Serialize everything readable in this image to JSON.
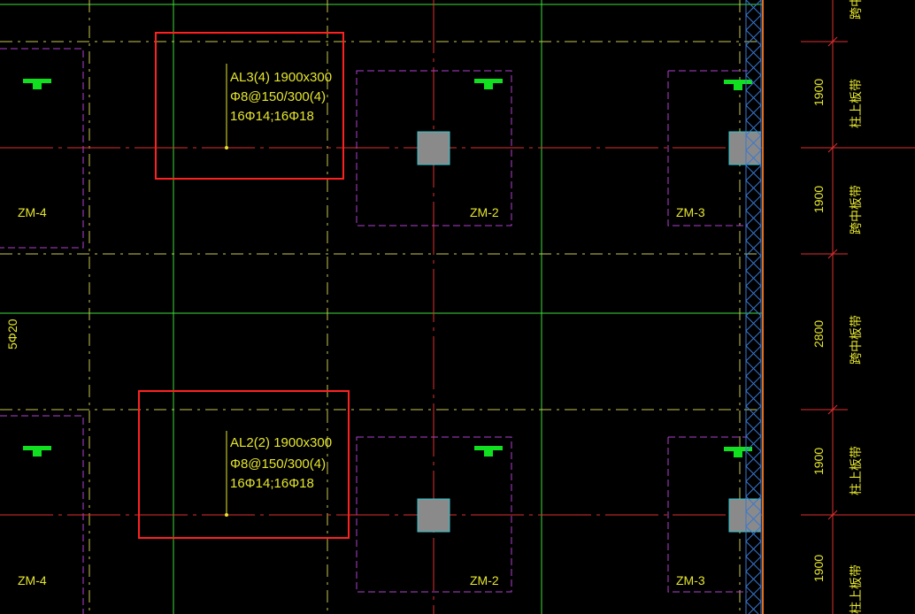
{
  "drawing": {
    "beams": [
      {
        "mark": "AL3(4) 1900x300",
        "stirrup": "Φ8@150/300(4)",
        "bars": "16Φ14;16Φ18"
      },
      {
        "mark": "AL2(2) 1900x300",
        "stirrup": "Φ8@150/300(4)",
        "bars": "16Φ14;16Φ18"
      }
    ],
    "zones_top": [
      "ZM-4",
      "ZM-2",
      "ZM-3"
    ],
    "zones_bottom": [
      "ZM-4",
      "ZM-2",
      "ZM-3"
    ],
    "left_rebar_label": "5Φ20",
    "dimensions": [
      "1900",
      "1900",
      "2800",
      "1900",
      "1900"
    ],
    "strip_labels": [
      "跨中板带",
      "柱上板带",
      "跨中板带",
      "跨中板带",
      "柱上板带",
      "柱上板带"
    ]
  },
  "colors": {
    "background": "#000000",
    "text": "#e6e62e",
    "grid_green": "#3cdc3c",
    "dash_yellow": "#c8c850",
    "axis_red": "#e03030",
    "zone_magenta": "#b040d0",
    "highlight_red": "#ff2020",
    "column_fill": "#8a8a8a",
    "column_stroke": "#30c8d0",
    "symbol_green": "#10e020",
    "wall_blue": "#3a78d0"
  }
}
